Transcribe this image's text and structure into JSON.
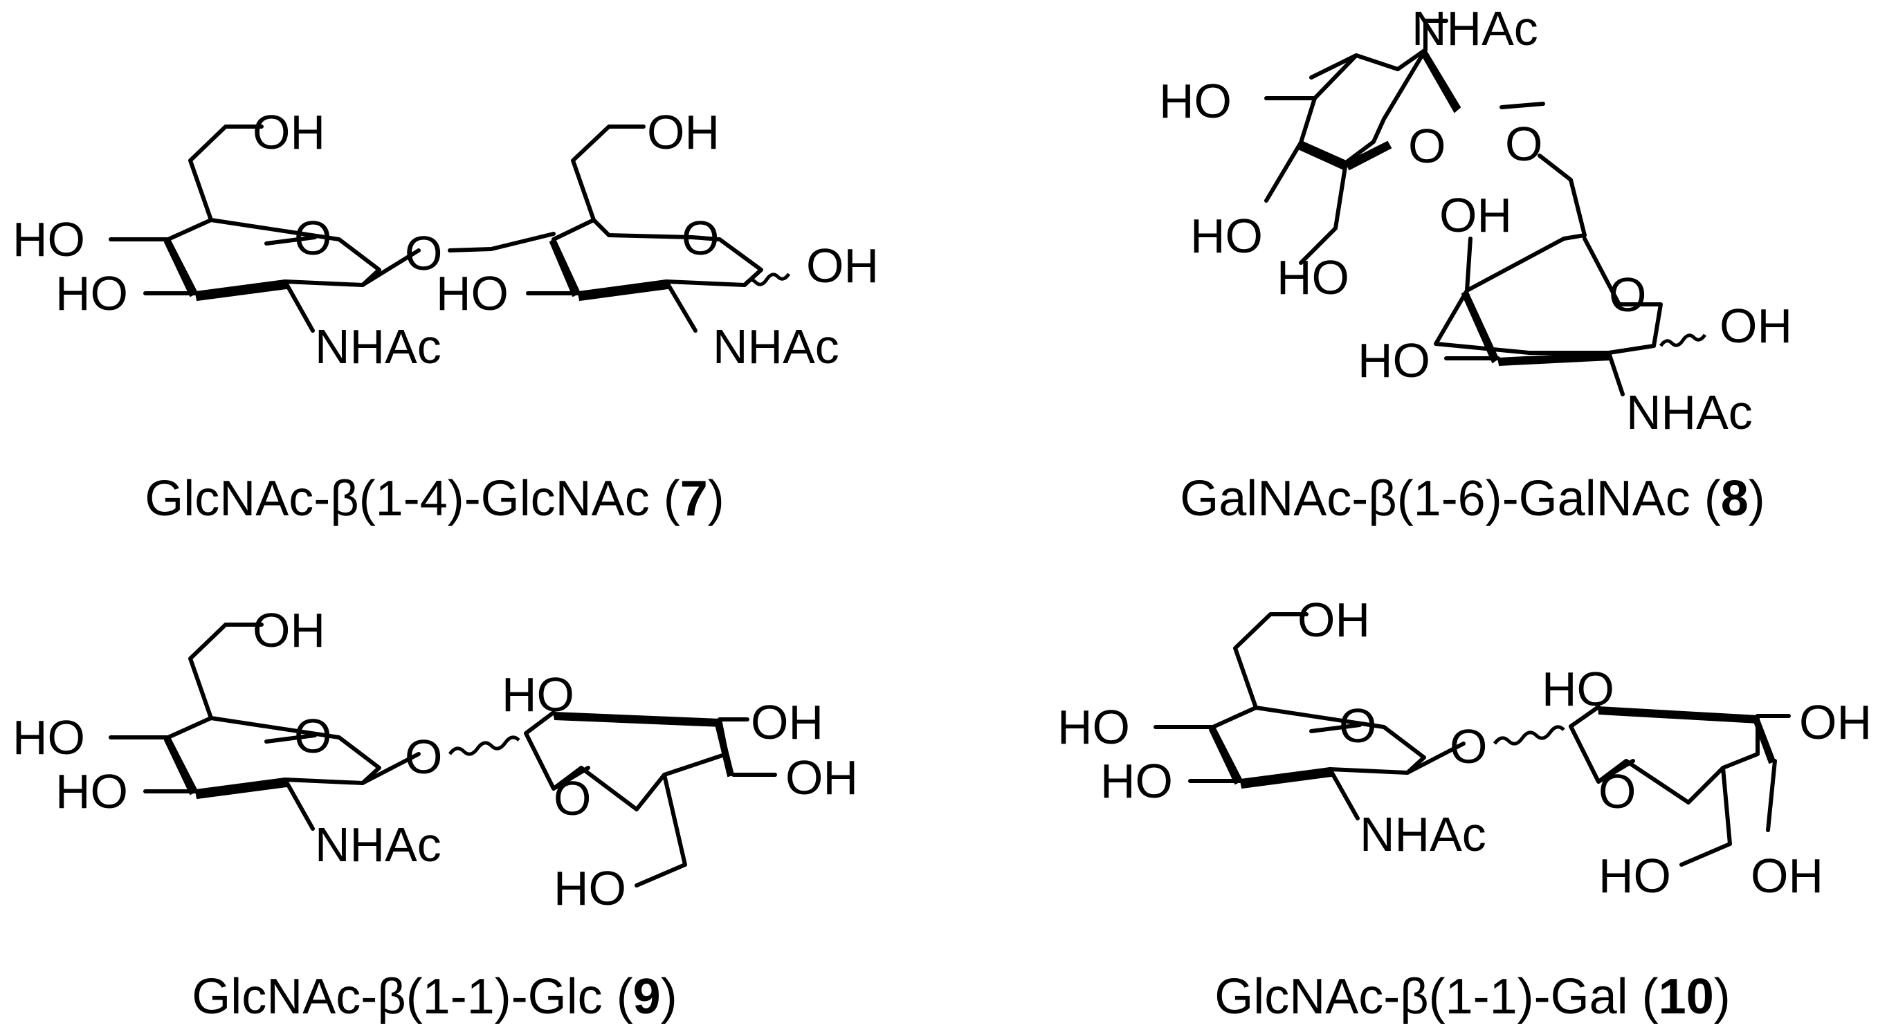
{
  "figure": {
    "structures": [
      {
        "id": "7",
        "caption_prefix": "GlcNAc-β(1-4)-GlcNAc (",
        "caption_number": "7",
        "caption_suffix": ")",
        "atom_labels": [
          "OH",
          "HO",
          "O",
          "HO",
          "O",
          "OH",
          "O",
          "HO",
          "OH",
          "NHAc",
          "NHAc"
        ]
      },
      {
        "id": "8",
        "caption_prefix": "GalNAc-β(1-6)-GalNAc (",
        "caption_number": "8",
        "caption_suffix": ")",
        "atom_labels": [
          "NHAc",
          "HO",
          "O",
          "O",
          "HO",
          "OH",
          "HO",
          "O",
          "HO",
          "OH",
          "NHAc"
        ]
      },
      {
        "id": "9",
        "caption_prefix": "GlcNAc-β(1-1)-Glc (",
        "caption_number": "9",
        "caption_suffix": ")",
        "atom_labels": [
          "OH",
          "HO",
          "O",
          "HO",
          "O",
          "HO",
          "OH",
          "O",
          "OH",
          "NHAc",
          "HO"
        ]
      },
      {
        "id": "10",
        "caption_prefix": "GlcNAc-β(1-1)-Gal (",
        "caption_number": "10",
        "caption_suffix": ")",
        "atom_labels": [
          "OH",
          "HO",
          "O",
          "HO",
          "O",
          "HO",
          "OH",
          "O",
          "NHAc",
          "HO",
          "OH"
        ]
      }
    ]
  }
}
